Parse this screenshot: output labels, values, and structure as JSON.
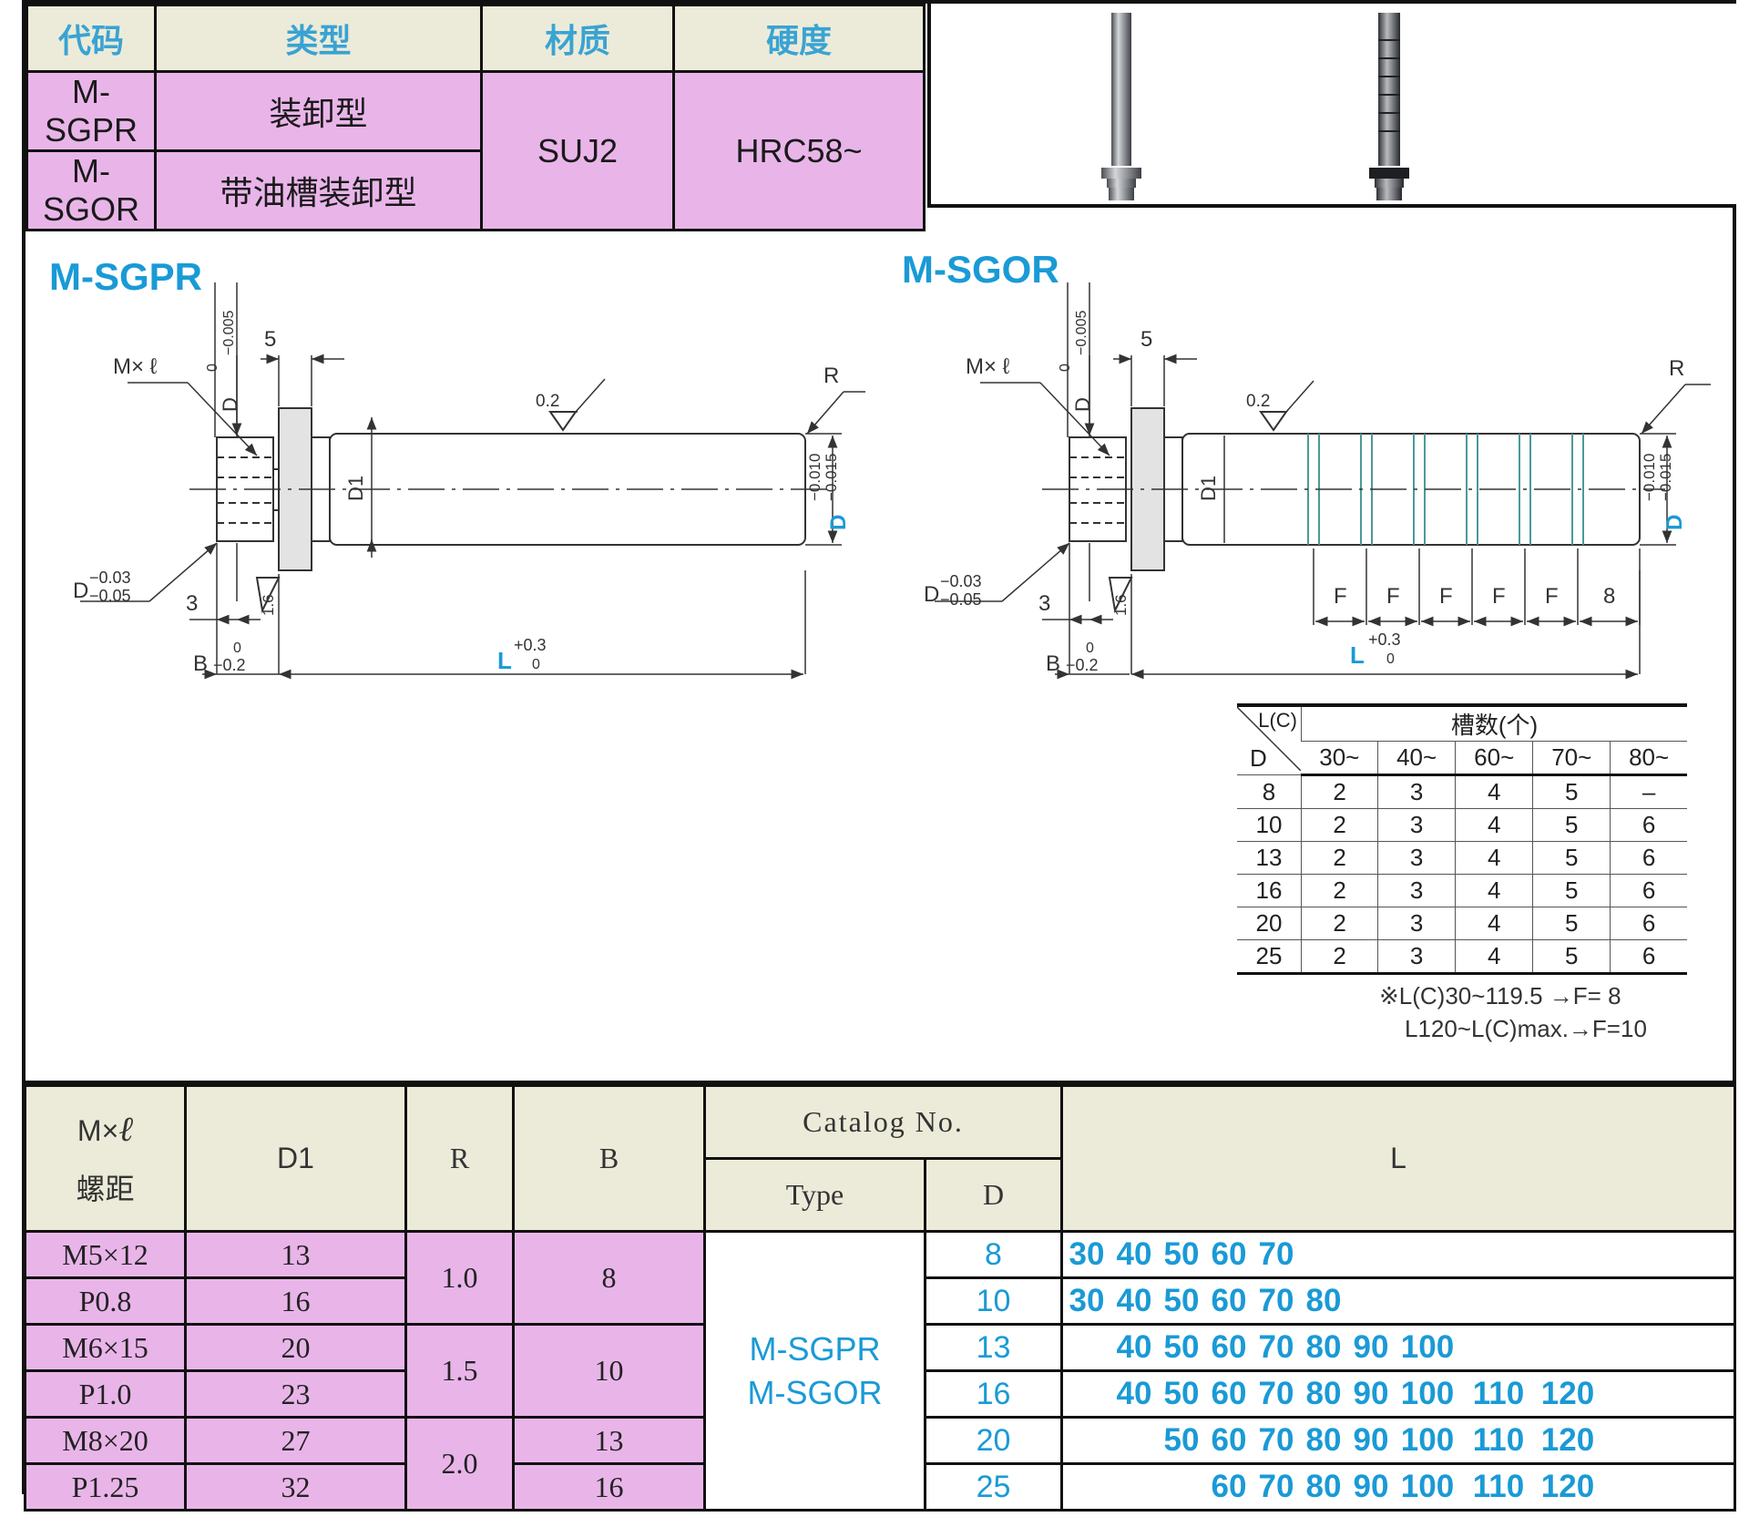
{
  "spec_table": {
    "headers": [
      "代码",
      "类型",
      "材质",
      "硬度"
    ],
    "rows": [
      {
        "code": "M-SGPR",
        "type": "装卸型"
      },
      {
        "code": "M-SGOR",
        "type": "带油槽装卸型"
      }
    ],
    "material": "SUJ2",
    "hardness": "HRC58~"
  },
  "drawing": {
    "left_title": "M-SGPR",
    "right_title": "M-SGOR",
    "labels": {
      "thread": "M× ℓ",
      "d_tol_main": "D",
      "d_tol_sup": "0",
      "d_tol_sub": "−0.005",
      "five": "5",
      "roughness": "0.2",
      "r": "R",
      "d1": "D1",
      "d_end": "D",
      "d_end_tol_top": "−0.010",
      "d_end_tol_bot": "−0.015",
      "d_low_main": "D",
      "d_low_tol_top": "−0.03",
      "d_low_tol_bot": "−0.05",
      "three": "3",
      "roughness2": "1.6",
      "b_main": "B",
      "b_sup": "0",
      "b_sub": "−0.2",
      "l_main": "L",
      "l_sup": "+0.3",
      "l_sub": "0",
      "f": "F",
      "eight": "8"
    }
  },
  "groove_table": {
    "corner_top": "L(C)",
    "corner_bottom": "D",
    "title": "槽数(个)",
    "columns": [
      "30~",
      "40~",
      "60~",
      "70~",
      "80~"
    ],
    "rows": [
      {
        "d": "8",
        "v": [
          "2",
          "3",
          "4",
          "5",
          "–"
        ]
      },
      {
        "d": "10",
        "v": [
          "2",
          "3",
          "4",
          "5",
          "6"
        ]
      },
      {
        "d": "13",
        "v": [
          "2",
          "3",
          "4",
          "5",
          "6"
        ]
      },
      {
        "d": "16",
        "v": [
          "2",
          "3",
          "4",
          "5",
          "6"
        ]
      },
      {
        "d": "20",
        "v": [
          "2",
          "3",
          "4",
          "5",
          "6"
        ]
      },
      {
        "d": "25",
        "v": [
          "2",
          "3",
          "4",
          "5",
          "6"
        ]
      }
    ],
    "note1": "※L(C)30~119.5 →F= 8",
    "note2": "L120~L(C)max.→F=10"
  },
  "dim_table": {
    "h_thread": "M×",
    "h_thread_l": "ℓ",
    "h_pitch": "螺距",
    "h_d1": "D1",
    "h_r": "R",
    "h_b": "B",
    "h_catalog": "Catalog No.",
    "h_type": "Type",
    "h_d": "D",
    "h_l": "L",
    "groups": [
      {
        "thread": "M5×12",
        "pitch": "P0.8",
        "r": "1.0",
        "d1": [
          "13",
          "16"
        ],
        "b": "8"
      },
      {
        "thread": "M6×15",
        "pitch": "P1.0",
        "r": "1.5",
        "d1": [
          "20",
          "23"
        ],
        "b": "10"
      },
      {
        "thread": "M8×20",
        "pitch": "P1.25",
        "r": "2.0",
        "d1": [
          "27",
          "32"
        ],
        "b": [
          "13",
          "16"
        ]
      }
    ],
    "types": [
      "M-SGPR",
      "M-SGOR"
    ],
    "d_values": [
      "8",
      "10",
      "13",
      "16",
      "20",
      "25"
    ],
    "l_columns": [
      "30",
      "40",
      "50",
      "60",
      "70",
      "80",
      "90",
      "100",
      "110",
      "120"
    ],
    "l_rows": [
      [
        "30",
        "40",
        "50",
        "60",
        "70",
        "",
        "",
        "",
        "",
        ""
      ],
      [
        "30",
        "40",
        "50",
        "60",
        "70",
        "80",
        "",
        "",
        "",
        ""
      ],
      [
        "",
        "40",
        "50",
        "60",
        "70",
        "80",
        "90",
        "100",
        "",
        ""
      ],
      [
        "",
        "40",
        "50",
        "60",
        "70",
        "80",
        "90",
        "100",
        "110",
        "120"
      ],
      [
        "",
        "",
        "50",
        "60",
        "70",
        "80",
        "90",
        "100",
        "110",
        "120"
      ],
      [
        "",
        "",
        "",
        "60",
        "70",
        "80",
        "90",
        "100",
        "110",
        "120"
      ]
    ]
  }
}
